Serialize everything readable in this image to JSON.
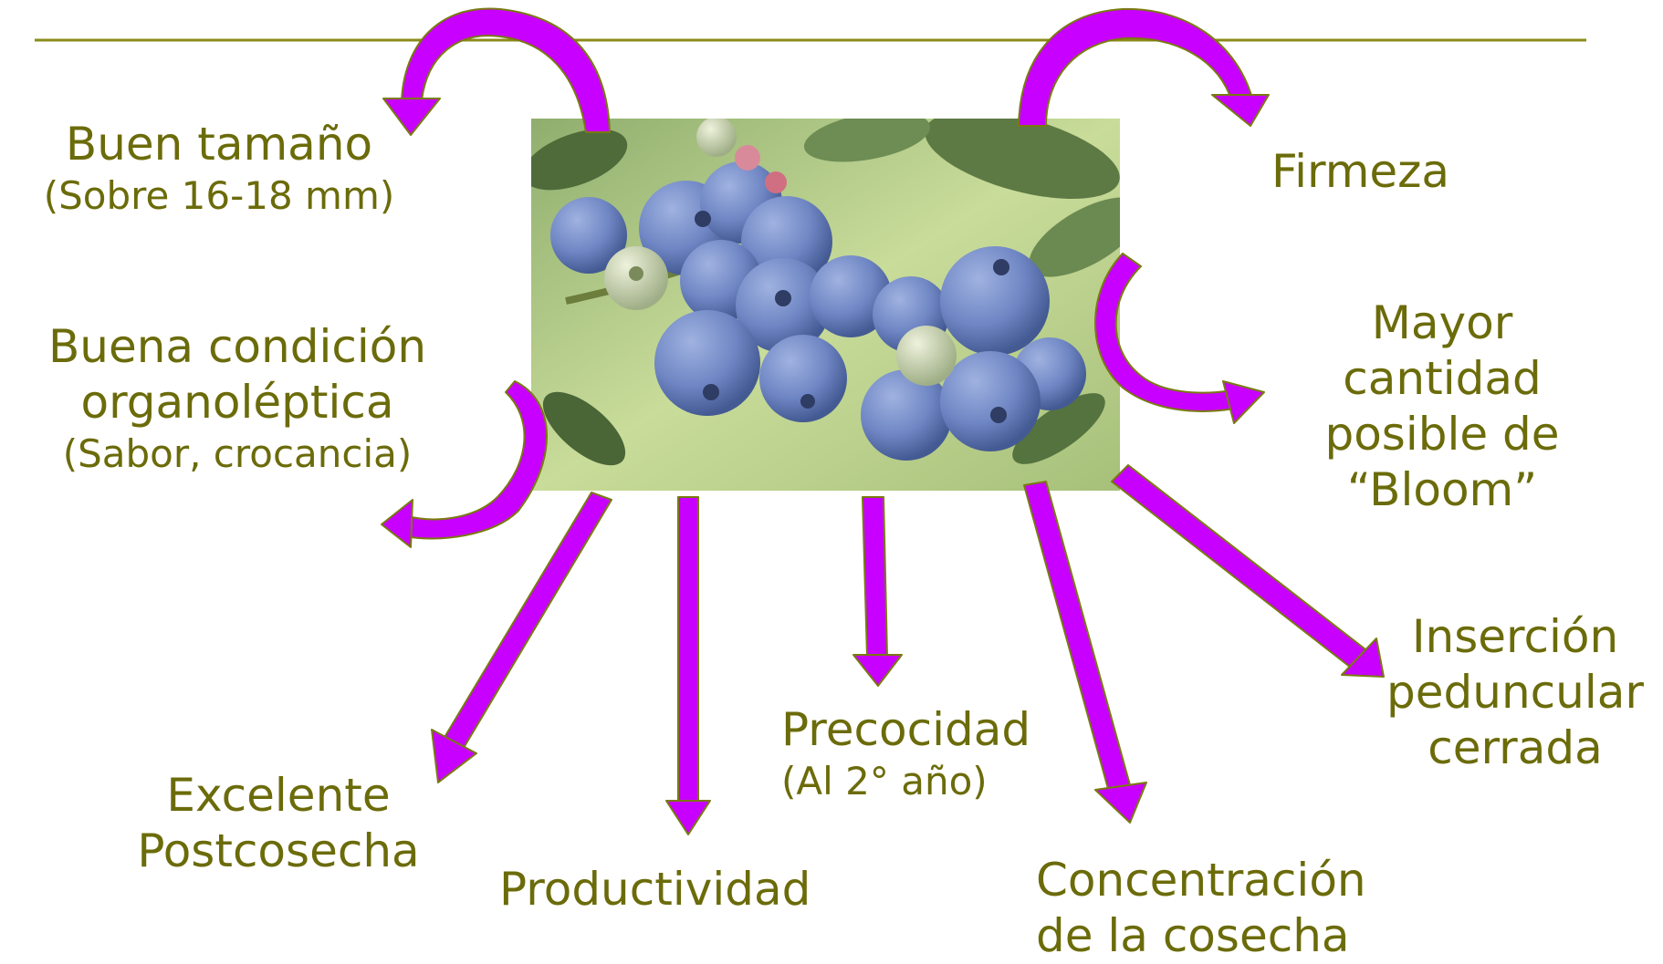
{
  "colors": {
    "rule": "#8b8b1a",
    "text": "#6b6b0a",
    "arrow_fill": "#c800ff",
    "arrow_edge": "#7a7a10",
    "berry": "#6f86c4",
    "leaf": "#4f6b3a",
    "background_photo": "#b9cf8e"
  },
  "image": {
    "icon": "blueberry-cluster-photo"
  },
  "labels": {
    "tamano": {
      "main": "Buen tamaño",
      "sub": "(Sobre 16-18 mm)"
    },
    "firmeza": {
      "main": "Firmeza"
    },
    "organoleptica": {
      "line1": "Buena condición",
      "line2": "organoléptica",
      "sub": "(Sabor, crocancia)"
    },
    "bloom": {
      "line1": "Mayor",
      "line2": "cantidad",
      "line3": "posible de",
      "line4": "“Bloom”"
    },
    "postcosecha": {
      "line1": "Excelente",
      "line2": "Postcosecha"
    },
    "productividad": {
      "main": "Productividad"
    },
    "precocidad": {
      "main": "Precocidad",
      "sub": "(Al 2° año)"
    },
    "concentracion": {
      "line1": "Concentración",
      "line2": "de la cosecha"
    },
    "insercion": {
      "line1": "Inserción",
      "line2": "peduncular",
      "line3": "cerrada"
    }
  }
}
